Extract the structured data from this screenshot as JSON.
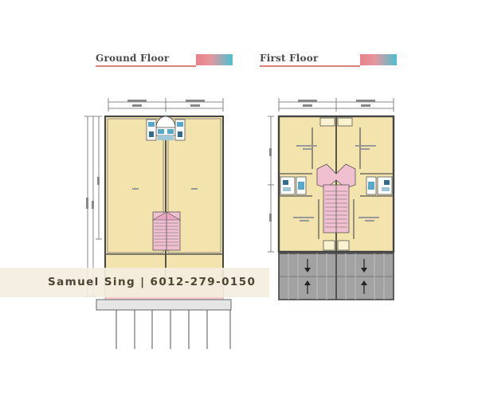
{
  "plans": {
    "ground": {
      "title": "Ground Floor",
      "colors": {
        "room": "#f3e3ac",
        "stair": "#f0bfd0",
        "wall": "#555555",
        "outline": "#444444"
      }
    },
    "first": {
      "title": "First Floor",
      "colors": {
        "room": "#f3e3ac",
        "stair": "#f0bfd0",
        "toilet": "#cfe3ea",
        "porch": "#9a9a9a"
      }
    }
  },
  "watermark": {
    "text": "Samuel Sing | 6012-279-0150"
  },
  "icons": {
    "gradient_swatch": {
      "from": "#e8808a",
      "to": "#4cc0d2"
    },
    "arrow": "arrow-icon"
  }
}
